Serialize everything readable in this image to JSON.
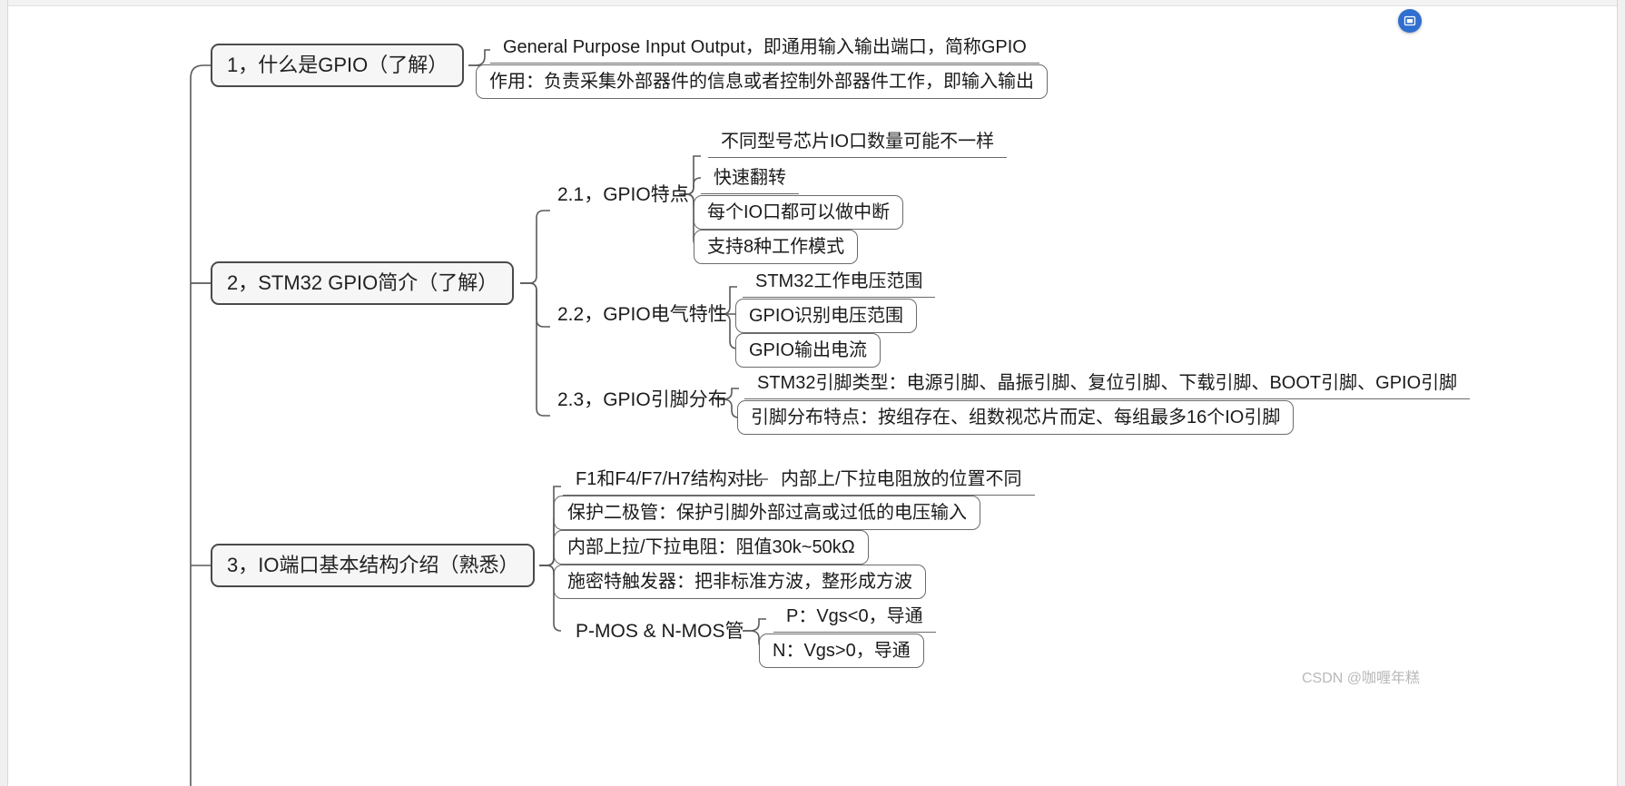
{
  "app": {
    "fab_icon": "screenshot-badge-icon",
    "accent_color": "#2f6fd0",
    "watermark": "CSDN @咖喱年糕"
  },
  "mindmap": {
    "title": "STM32 GPIO",
    "nodes": {
      "n1": {
        "label": "1，什么是GPIO（了解）"
      },
      "n1c1": {
        "label": "General Purpose Input Output，即通用输入输出端口，简称GPIO"
      },
      "n1c2": {
        "label": "作用：负责采集外部器件的信息或者控制外部器件工作，即输入输出"
      },
      "n2": {
        "label": "2，STM32 GPIO简介（了解）"
      },
      "n21": {
        "label": "2.1，GPIO特点"
      },
      "n21c1": {
        "label": "不同型号芯片IO口数量可能不一样"
      },
      "n21c2": {
        "label": "快速翻转"
      },
      "n21c3": {
        "label": "每个IO口都可以做中断"
      },
      "n21c4": {
        "label": "支持8种工作模式"
      },
      "n22": {
        "label": "2.2，GPIO电气特性"
      },
      "n22c1": {
        "label": "STM32工作电压范围"
      },
      "n22c2": {
        "label": "GPIO识别电压范围"
      },
      "n22c3": {
        "label": "GPIO输出电流"
      },
      "n23": {
        "label": "2.3，GPIO引脚分布"
      },
      "n23c1": {
        "label": "STM32引脚类型：电源引脚、晶振引脚、复位引脚、下载引脚、BOOT引脚、GPIO引脚"
      },
      "n23c2": {
        "label": "引脚分布特点：按组存在、组数视芯片而定、每组最多16个IO引脚"
      },
      "n3": {
        "label": "3，IO端口基本结构介绍（熟悉）"
      },
      "n3c1": {
        "label": "F1和F4/F7/H7结构对比"
      },
      "n3c1a": {
        "label": "内部上/下拉电阻放的位置不同"
      },
      "n3c2": {
        "label": "保护二极管：保护引脚外部过高或过低的电压输入"
      },
      "n3c3": {
        "label": "内部上拉/下拉电阻：阻值30k~50kΩ"
      },
      "n3c4": {
        "label": "施密特触发器：把非标准方波，整形成方波"
      },
      "n3c5": {
        "label": "P-MOS & N-MOS管"
      },
      "n3c5a": {
        "label": "P：Vgs<0，导通"
      },
      "n3c5b": {
        "label": "N：Vgs>0，导通"
      }
    }
  }
}
